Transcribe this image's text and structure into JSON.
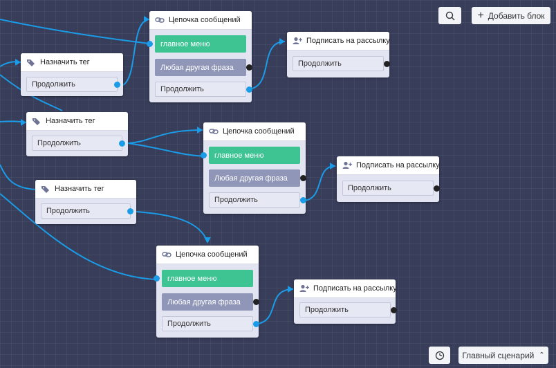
{
  "toolbar": {
    "add_block_label": "Добавить блок",
    "scenario_label": "Главный сценарий"
  },
  "nodes": {
    "tag1": {
      "title": "Назначить тег",
      "continue": "Продолжить"
    },
    "tag2": {
      "title": "Назначить тег",
      "continue": "Продолжить"
    },
    "tag3": {
      "title": "Назначить тег",
      "continue": "Продолжить"
    },
    "chain1": {
      "title": "Цепочка сообщений",
      "main_menu": "главное меню",
      "any_phrase": "Любая другая фраза",
      "continue": "Продолжить"
    },
    "chain2": {
      "title": "Цепочка сообщений",
      "main_menu": "главное меню",
      "any_phrase": "Любая другая фраза",
      "continue": "Продолжить"
    },
    "chain3": {
      "title": "Цепочка сообщений",
      "main_menu": "главное меню",
      "any_phrase": "Любая другая фраза",
      "continue": "Продолжить"
    },
    "sub1": {
      "title": "Подписать на рассылку",
      "continue": "Продолжить"
    },
    "sub2": {
      "title": "Подписать на рассылку",
      "continue": "Продолжить"
    },
    "sub3": {
      "title": "Подписать на рассылку",
      "continue": "Продолжить"
    }
  },
  "colors": {
    "canvas": "#383d5a",
    "wire": "#1a9ce8",
    "green_port": "#3ec393",
    "gray_port": "#9096b8"
  }
}
